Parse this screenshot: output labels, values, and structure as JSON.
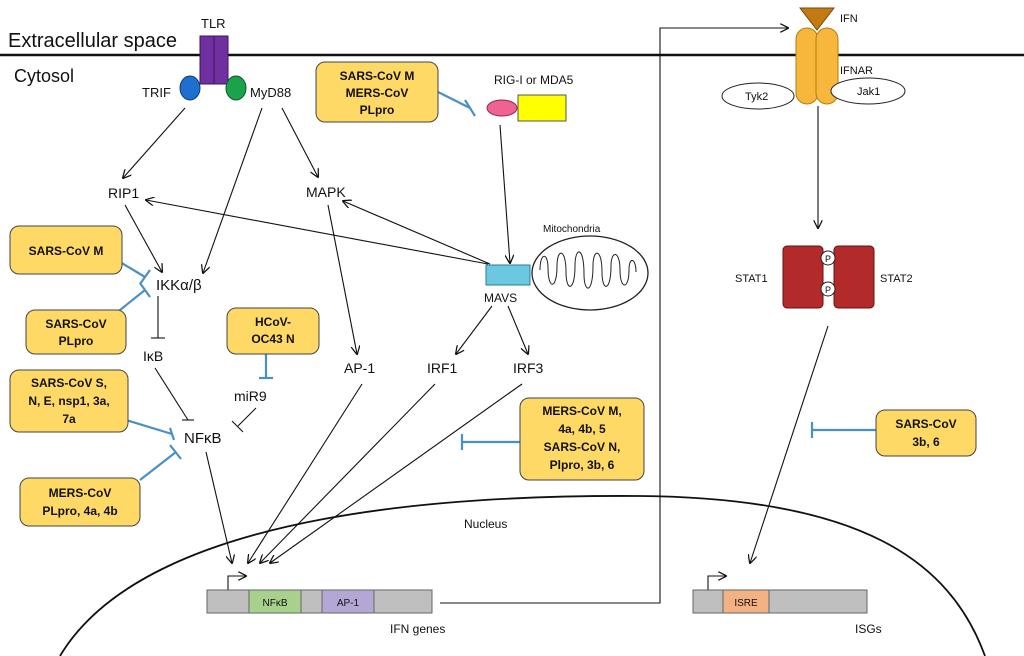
{
  "regions": {
    "extracellular": "Extracellular space",
    "cytosol": "Cytosol",
    "nucleus": "Nucleus",
    "mitochondria": "Mitochondria"
  },
  "receptors": {
    "tlr": "TLR",
    "trif": "TRIF",
    "myd88": "MyD88",
    "rig": "RIG-I or MDA5",
    "ifn": "IFN",
    "ifnar": "IFNAR",
    "tyk2": "Tyk2",
    "jak1": "Jak1"
  },
  "nodes": {
    "rip1": "RIP1",
    "mapk": "MAPK",
    "ikk": "IKKα/β",
    "ikb": "IκB",
    "mir9": "miR9",
    "nfkb": "NFκB",
    "ap1": "AP-1",
    "irf1": "IRF1",
    "irf3": "IRF3",
    "mavs": "MAVS",
    "stat1": "STAT1",
    "stat2": "STAT2",
    "p": "P"
  },
  "genes": {
    "nfkb_site": "NFκB",
    "ap1_site": "AP-1",
    "ifn_genes": "IFN genes",
    "isre": "ISRE",
    "isgs": "ISGs"
  },
  "inhibitors": {
    "rig": [
      "SARS-CoV M",
      "MERS-CoV",
      "PLpro"
    ],
    "ikk_m": [
      "SARS-CoV M"
    ],
    "ikk_plpro": [
      "SARS-CoV",
      "PLpro"
    ],
    "oc43": [
      "HCoV-",
      "OC43 N"
    ],
    "nfkb_s": [
      "SARS-CoV S,",
      "N, E, nsp1, 3a,",
      "7a"
    ],
    "nfkb_mers": [
      "MERS-CoV",
      "PLpro, 4a, 4b"
    ],
    "irf": [
      "MERS-CoV M,",
      "4a, 4b, 5",
      "SARS-CoV N,",
      "Plpro, 3b, 6"
    ],
    "stat": [
      "SARS-CoV",
      "3b, 6"
    ]
  },
  "colors": {
    "inhibitor_box": "#ffd966",
    "inhibitor_line": "#4a90c8",
    "tlr": "#7030a0",
    "trif": "#1f6fd0",
    "myd88": "#1aa34a",
    "rig_pink": "#f06292",
    "rig_yellow": "#ffff00",
    "mavs": "#6cc7e0",
    "ifnar": "#f6b73c",
    "stat": "#b22a2a",
    "nfkb_site": "#a9d18e",
    "ap1_site": "#b4a7d6",
    "isre_site": "#f4b183",
    "gene_bar": "#bfbfbf"
  }
}
